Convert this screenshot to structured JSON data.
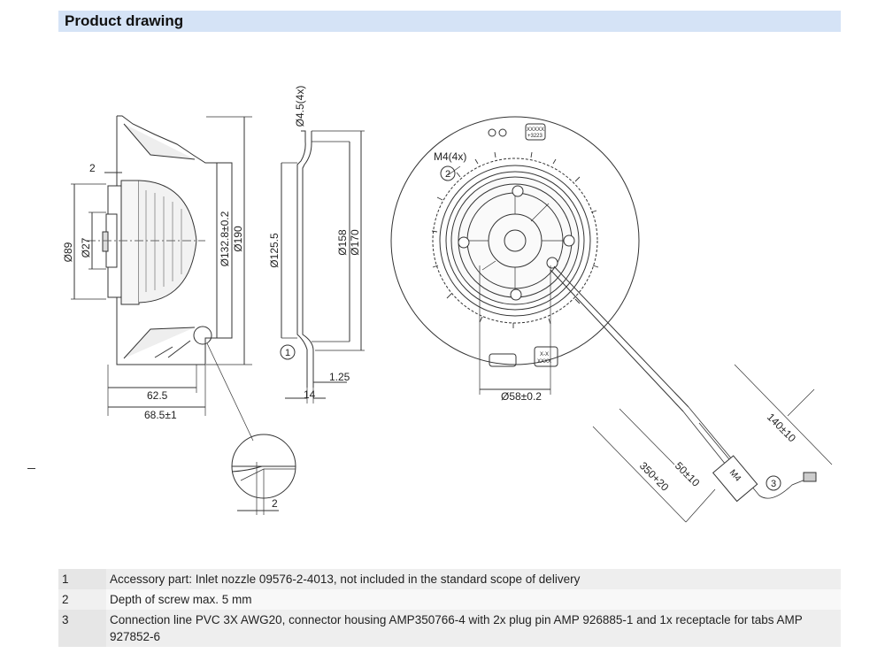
{
  "section": {
    "title": "Product drawing"
  },
  "dims": {
    "d89": "Ø89",
    "d27": "Ø27",
    "d2": "2",
    "d132": "Ø132.8±0.2",
    "d190": "Ø190",
    "d625": "62.5",
    "d685": "68.5±1",
    "d45": "Ø4.5(4x)",
    "d1255": "Ø125.5",
    "d158": "Ø158",
    "d170": "Ø170",
    "d14": "14",
    "d125": "1.25",
    "m4": "M4(4x)",
    "d58": "Ø58±0.2",
    "d140": "140±10",
    "d350": "350+20",
    "d50": "50±10",
    "detail2": "2",
    "label_xxxx_a": "XXXXX",
    "label_xxxx_b": "+3223",
    "label_xx": "X-X",
    "label_xxxx2": "XXXX",
    "conn_m4": "M4"
  },
  "callouts": [
    "1",
    "2",
    "3"
  ],
  "notes": [
    {
      "num": "1",
      "text": "Accessory part: Inlet nozzle 09576-2-4013, not included in the standard scope of delivery"
    },
    {
      "num": "2",
      "text": "Depth of screw max. 5 mm"
    },
    {
      "num": "3",
      "text": "Connection line PVC 3X AWG20, connector housing AMP350766-4 with 2x plug pin AMP 926885-1 and 1x receptacle for tabs AMP 927852-6"
    }
  ],
  "colors": {
    "header_bg": "#d5e3f6",
    "line": "#333333"
  }
}
